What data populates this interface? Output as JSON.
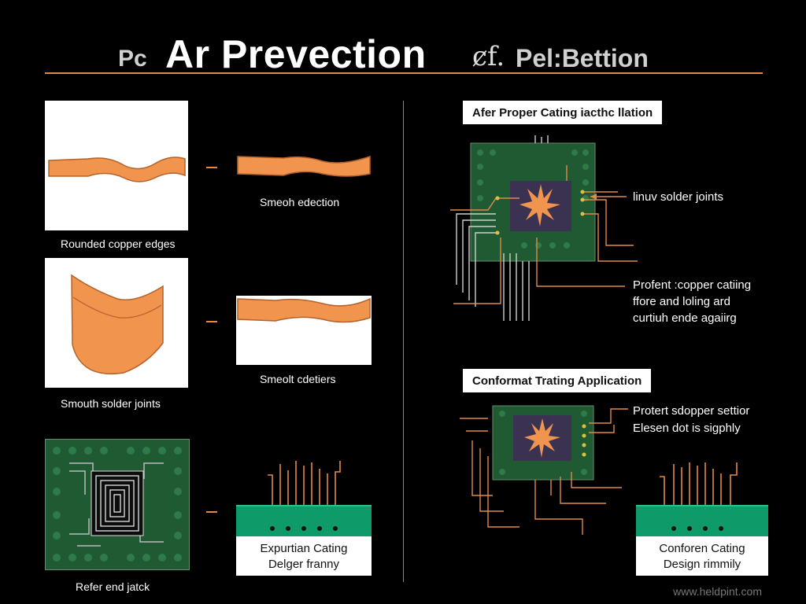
{
  "title": {
    "prefix": "Pc",
    "main": "Ar Prevection",
    "glyph": "ȼf.",
    "right": "Pel:Bettion"
  },
  "left": {
    "panel1_label": "Rounded copper edges",
    "panel1_caption": "Smeoh edection",
    "panel2_label": "Smouth solder joints",
    "panel2_caption": "Smeolt cdetiers",
    "panel3_label": "Refer end jatck",
    "panel3_caption_line1": "Expurtian Cating",
    "panel3_caption_line2": "Delger franny"
  },
  "right": {
    "top_heading": "Afer Proper Cating iacthc llation",
    "top_callout1": "linuv solder joints",
    "top_callout2_line1": "Profent :copper catiing",
    "top_callout2_line2": "ffore and loling ard",
    "top_callout2_line3": "curtiuh ende agaiirg",
    "bottom_heading": "Conformat Trating Application",
    "bottom_callout1": "Protert sdopper settior",
    "bottom_callout2": "Elesen dot is sigphly",
    "bottom_caption_line1": "Conforen Cating",
    "bottom_caption_line2": "Design rimmily"
  },
  "footer": "www.heldpint.com",
  "colors": {
    "background": "#000000",
    "accent_orange": "#e08a4a",
    "copper": "#f0944e",
    "pcb_green": "#1f5a32",
    "teal_strip": "#0f9a6a"
  }
}
